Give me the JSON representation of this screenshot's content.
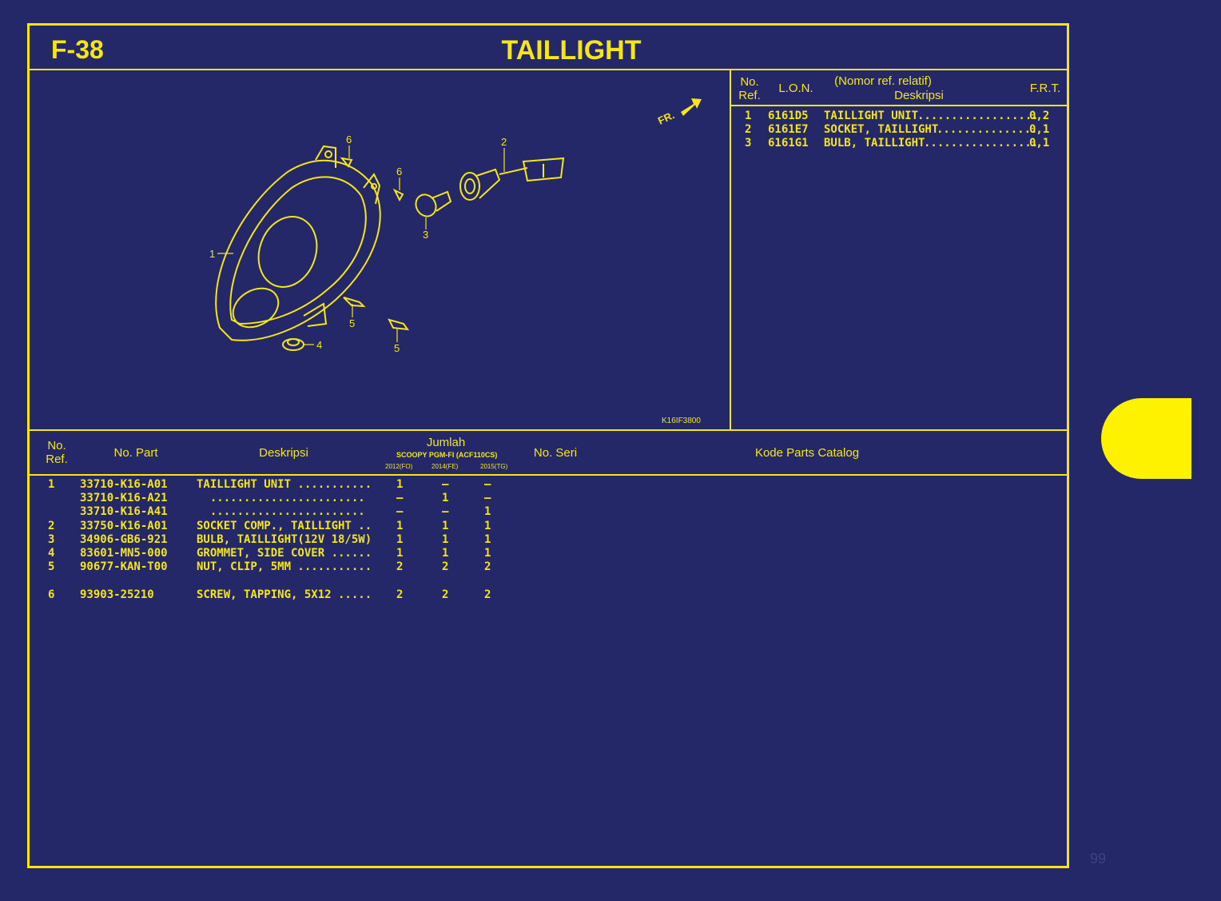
{
  "header": {
    "code": "F-38",
    "title": "TAILLIGHT"
  },
  "lon_table": {
    "headers": {
      "no": "No.",
      "ref": "Ref.",
      "lon": "L.O.N.",
      "nomor": "(Nomor ref. relatif)",
      "desc": "Deskripsi",
      "frt": "F.R.T."
    },
    "rows": [
      {
        "ref": "1",
        "lon": "6161D5",
        "desc": "TAILLIGHT UNIT",
        "frt": "0,2"
      },
      {
        "ref": "2",
        "lon": "6161E7",
        "desc": "SOCKET, TAILLIGHT",
        "frt": "0,1"
      },
      {
        "ref": "3",
        "lon": "6161G1",
        "desc": "BULB, TAILLIGHT",
        "frt": "0,1"
      }
    ]
  },
  "diagram": {
    "code": "K16IF3800",
    "fr_label": "FR.",
    "callouts": [
      "1",
      "2",
      "3",
      "4",
      "5",
      "5",
      "6",
      "6"
    ]
  },
  "parts_table": {
    "headers": {
      "no": "No.",
      "ref": "Ref.",
      "part": "No. Part",
      "desc": "Deskripsi",
      "jumlah": "Jumlah",
      "model": "SCOOPY PGM-FI (ACF110CS)",
      "y1": "2012(FO)",
      "y2": "2014(FE)",
      "y3": "2015(TG)",
      "seri": "No. Seri",
      "kode": "Kode Parts Catalog"
    },
    "rows": [
      {
        "ref": "1",
        "part": "33710-K16-A01",
        "desc": "TAILLIGHT UNIT ...........",
        "q1": "1",
        "q2": "–",
        "q3": "–"
      },
      {
        "ref": "",
        "part": "33710-K16-A21",
        "desc": "  .......................",
        "q1": "–",
        "q2": "1",
        "q3": "–"
      },
      {
        "ref": "",
        "part": "33710-K16-A41",
        "desc": "  .......................",
        "q1": "–",
        "q2": "–",
        "q3": "1"
      },
      {
        "ref": "2",
        "part": "33750-K16-A01",
        "desc": "SOCKET COMP., TAILLIGHT ..",
        "q1": "1",
        "q2": "1",
        "q3": "1"
      },
      {
        "ref": "3",
        "part": "34906-GB6-921",
        "desc": "BULB, TAILLIGHT(12V 18/5W)",
        "q1": "1",
        "q2": "1",
        "q3": "1"
      },
      {
        "ref": "4",
        "part": "83601-MN5-000",
        "desc": "GROMMET, SIDE COVER ......",
        "q1": "1",
        "q2": "1",
        "q3": "1"
      },
      {
        "ref": "5",
        "part": "90677-KAN-T00",
        "desc": "NUT, CLIP, 5MM ...........",
        "q1": "2",
        "q2": "2",
        "q3": "2"
      },
      {
        "ref": "6",
        "part": "93903-25210",
        "desc": "SCREW, TAPPING, 5X12 .....",
        "q1": "2",
        "q2": "2",
        "q3": "2"
      }
    ]
  },
  "page_number": "99",
  "colors": {
    "background": "#242868",
    "accent": "#f5e614",
    "tab": "#fef200"
  }
}
